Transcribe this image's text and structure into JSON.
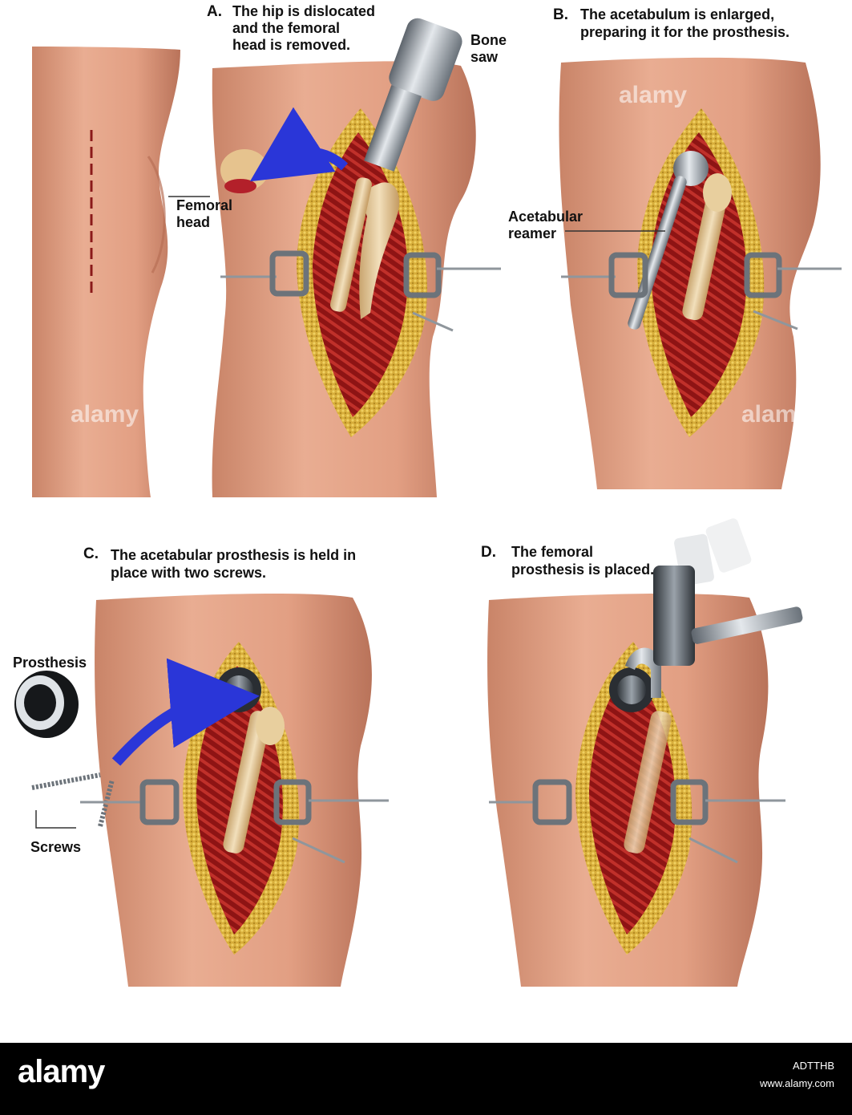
{
  "panels": {
    "a": {
      "letter": "A.",
      "caption_lines": [
        "The hip is dislocated",
        "and the femoral",
        "head is removed."
      ]
    },
    "b": {
      "letter": "B.",
      "caption_lines": [
        "The acetabulum is enlarged,",
        "preparing it for the prosthesis."
      ]
    },
    "c": {
      "letter": "C.",
      "caption_lines": [
        "The acetabular prosthesis is held in",
        "place with two screws."
      ]
    },
    "d": {
      "letter": "D.",
      "caption_lines": [
        "The femoral",
        "prosthesis is placed."
      ]
    }
  },
  "labels": {
    "bone_saw": [
      "Bone",
      "saw"
    ],
    "femoral_head": [
      "Femoral",
      "head"
    ],
    "acetabular_reamer": [
      "Acetabular",
      "reamer"
    ],
    "prosthesis": "Prosthesis",
    "screws": "Screws"
  },
  "watermark": {
    "text": "alamy"
  },
  "footer": {
    "logo": "alamy",
    "image_id": "ADTTHB",
    "url": "www.alamy.com"
  },
  "colors": {
    "skin": "#e2a286",
    "skin_shadow": "#b9735a",
    "muscle": "#9e1b1b",
    "fat": "#d9b23a",
    "bone": "#e8d2a8",
    "metal": "#9aa3ad",
    "arrow": "#2a36d8",
    "incision": "#8a1a1a"
  }
}
